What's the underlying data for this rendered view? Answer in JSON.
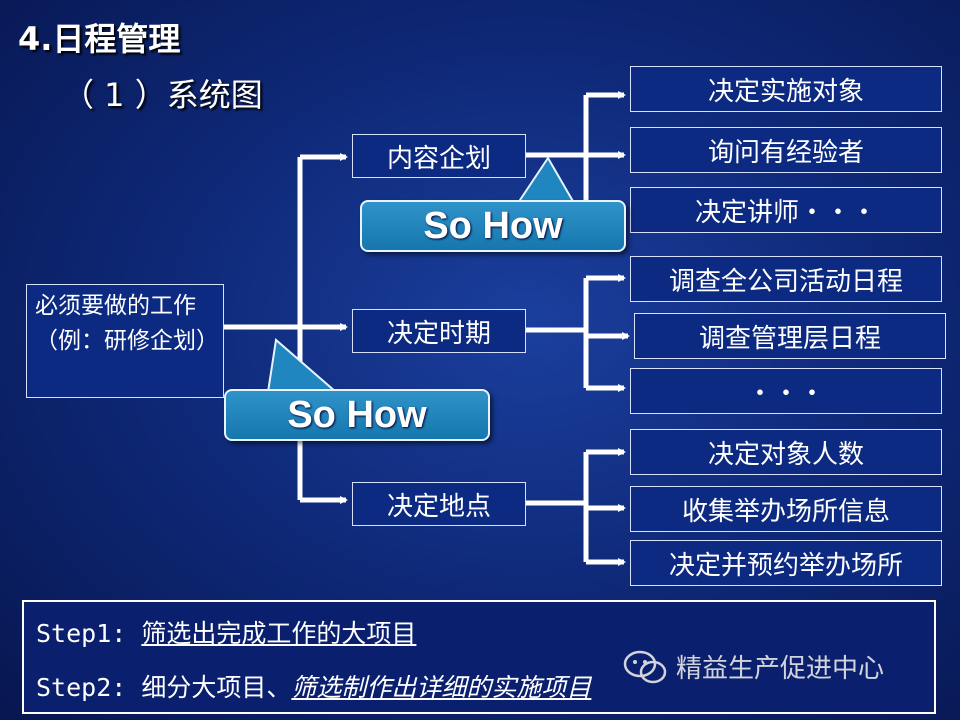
{
  "title": "4.日程管理",
  "subtitle": "（ 1 ）系统图",
  "root": "必须要做的工作（例：研修企划）",
  "categories": [
    {
      "label": "内容企划",
      "children": [
        "决定实施对象",
        "询问有经验者",
        "决定讲师・・・"
      ]
    },
    {
      "label": "决定时期",
      "children": [
        "调查全公司活动日程",
        "调查管理层日程",
        "・・・"
      ]
    },
    {
      "label": "决定地点",
      "children": [
        "决定对象人数",
        "收集举办场所信息",
        "决定并预约举办场所"
      ]
    }
  ],
  "callouts": [
    "So How",
    "So How"
  ],
  "steps": {
    "step1_prefix": "Step1:",
    "step1_text": "筛选出完成工作的大项目",
    "step2_prefix": "Step2:",
    "step2_plain": "细分大项目、",
    "step2_ital": "筛选制作出详细的实施项目"
  },
  "watermark": "精益生产促进中心",
  "colors": {
    "background": "#0f2a7a",
    "callout": "#1f86bf"
  }
}
